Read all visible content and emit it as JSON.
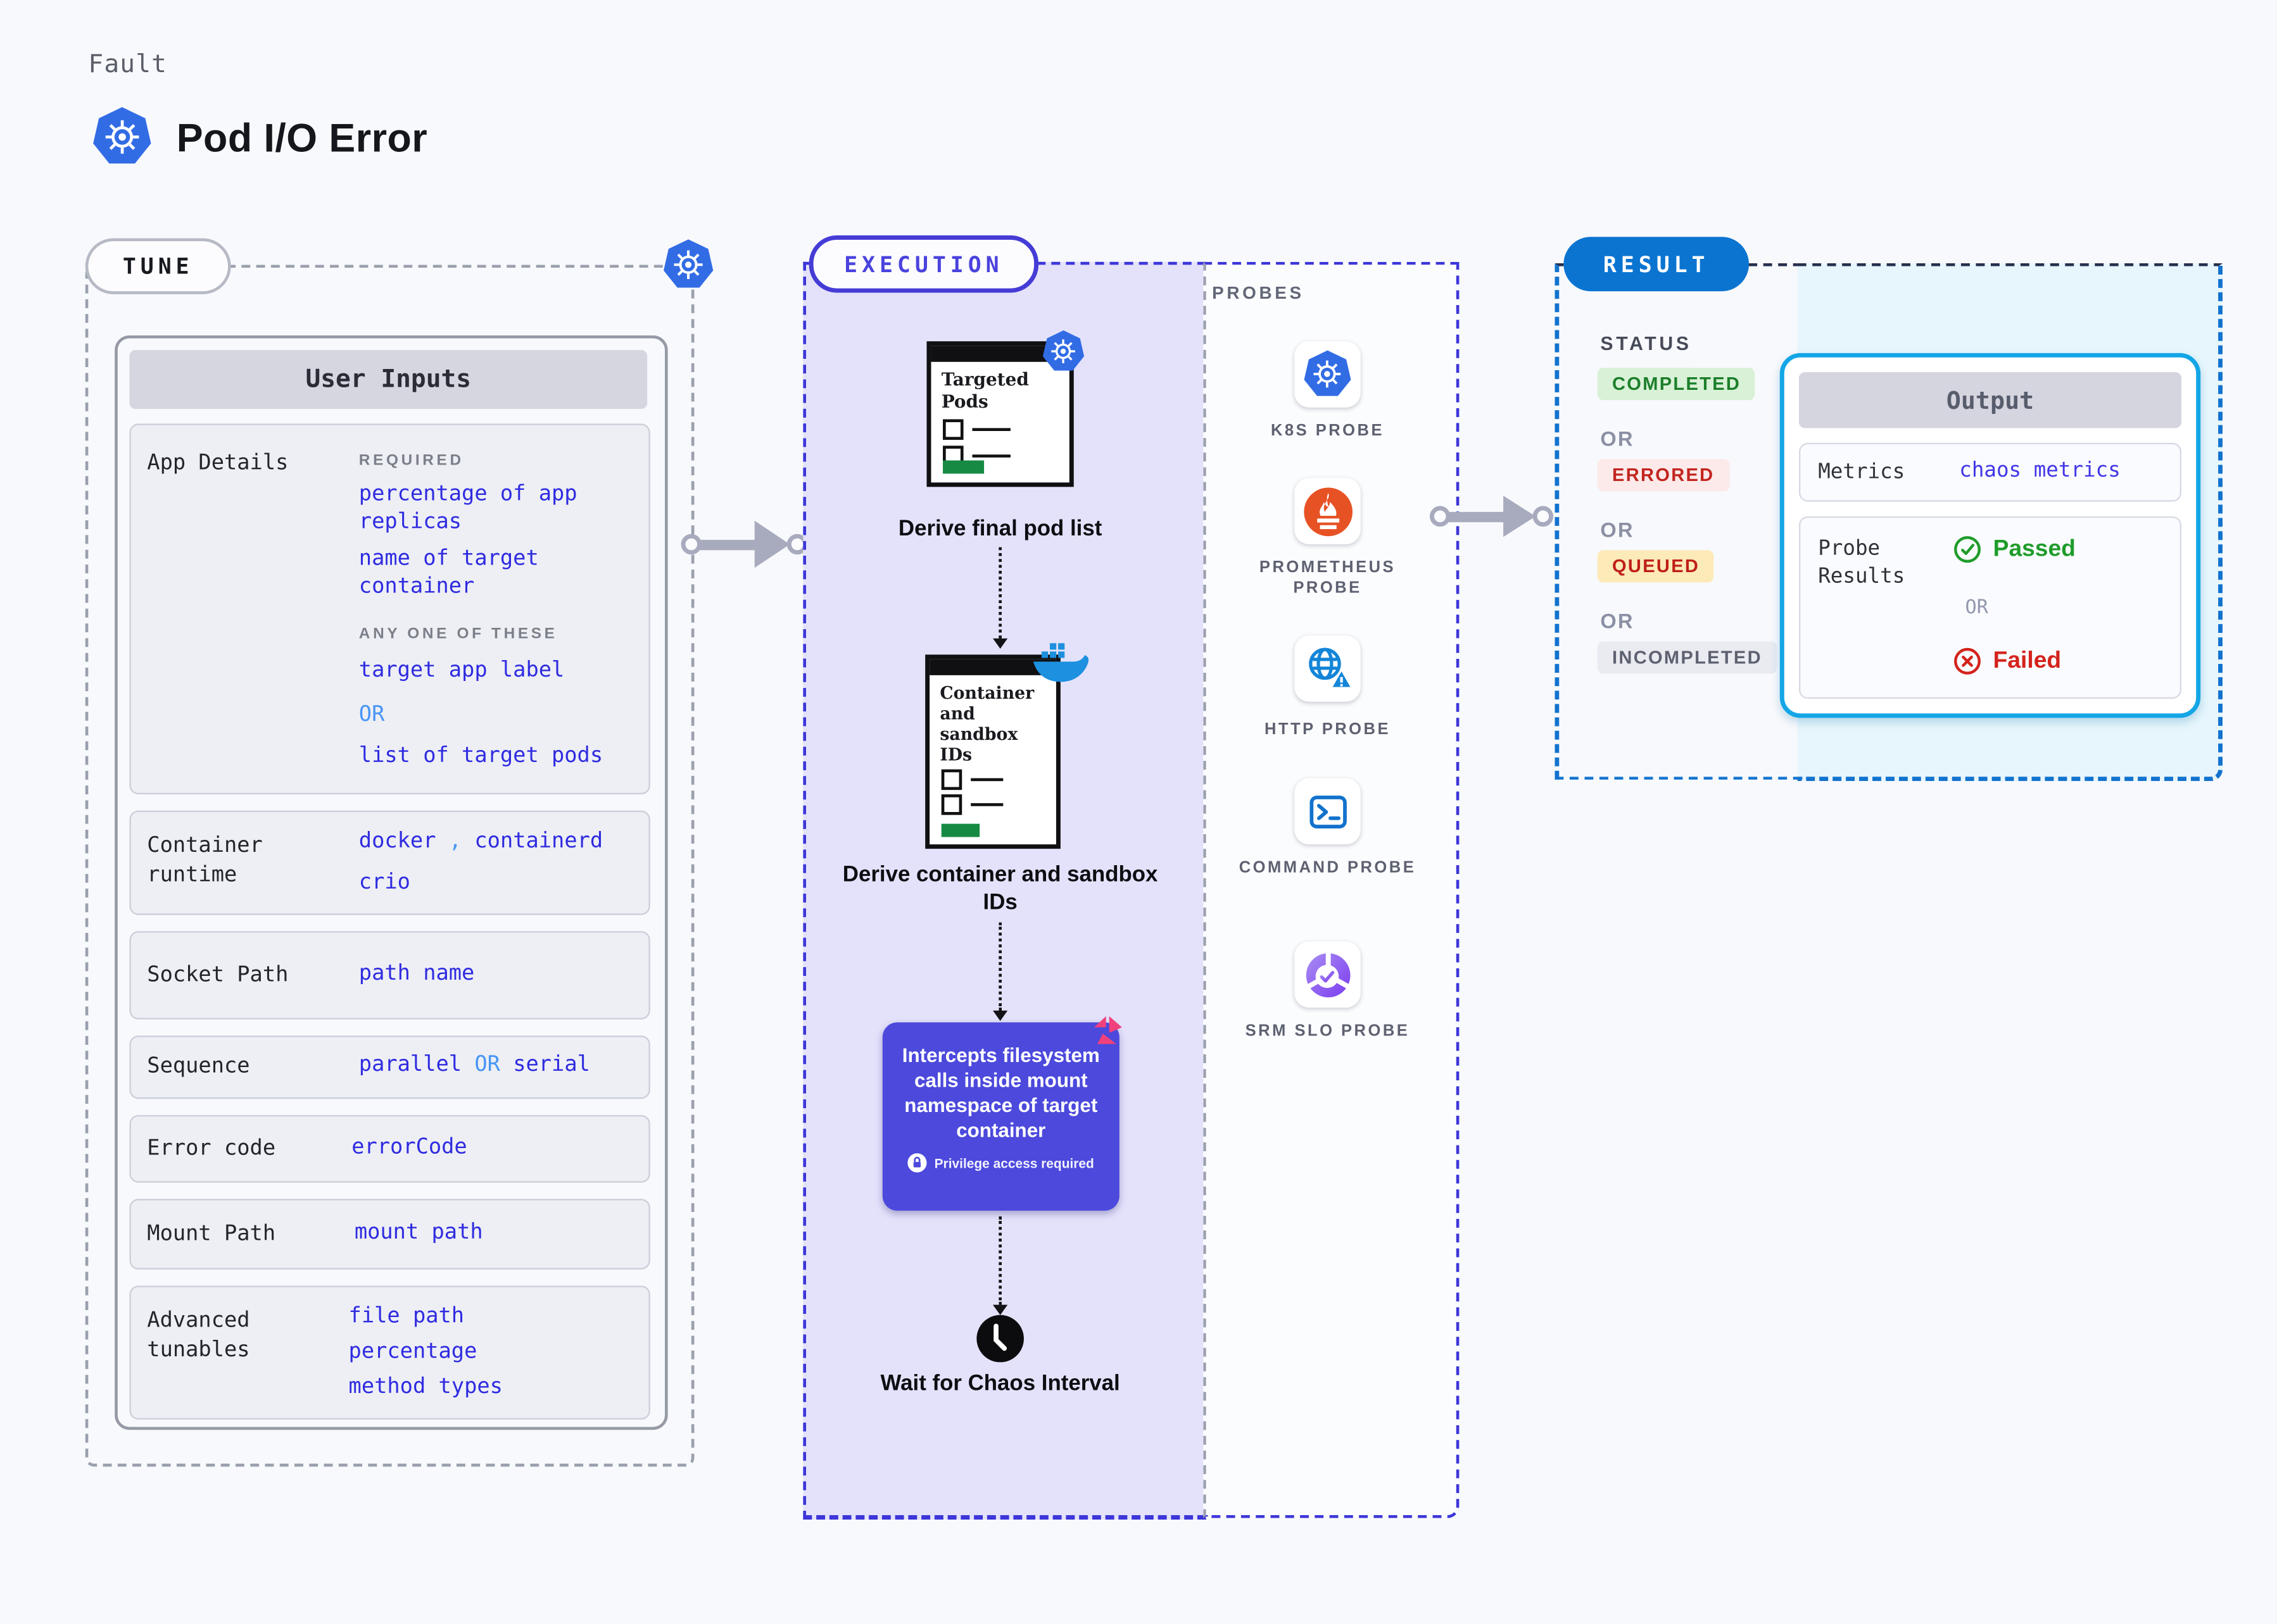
{
  "header": {
    "eyebrow": "Fault",
    "title": "Pod I/O Error"
  },
  "tune": {
    "label": "TUNE",
    "card_title": "User Inputs",
    "app_details": {
      "label": "App Details",
      "required_caption": "REQUIRED",
      "required_values": [
        "percentage of app replicas",
        "name of target container"
      ],
      "any_caption": "ANY ONE OF THESE",
      "option_a": "target app label",
      "or": "OR",
      "option_b": "list of target pods"
    },
    "container_runtime": {
      "label": "Container runtime",
      "value_1": "docker",
      "separator": ",",
      "value_2": "containerd",
      "value_3": "crio"
    },
    "socket_path": {
      "label": "Socket Path",
      "value": "path name"
    },
    "sequence": {
      "label": "Sequence",
      "value_1": "parallel",
      "or": "OR",
      "value_2": "serial"
    },
    "error_code": {
      "label": "Error code",
      "value": "errorCode"
    },
    "mount_path": {
      "label": "Mount Path",
      "value": "mount path"
    },
    "advanced_tunables": {
      "label": "Advanced tunables",
      "values": [
        "file path",
        "percentage",
        "method types"
      ]
    }
  },
  "execution": {
    "label": "EXECUTION",
    "step_targeted_pods": {
      "title": "Targeted Pods",
      "caption": "Derive final pod list"
    },
    "step_container_ids": {
      "title": "Container and sandbox IDs",
      "caption": "Derive container and sandbox IDs"
    },
    "step_intercept": {
      "text": "Intercepts filesystem calls inside mount namespace of target container",
      "badge": "Privilege access required"
    },
    "step_wait": {
      "caption": "Wait for Chaos Interval"
    }
  },
  "probes": {
    "label": "PROBES",
    "items": [
      {
        "label": "K8S PROBE"
      },
      {
        "label": "PROMETHEUS PROBE"
      },
      {
        "label": "HTTP PROBE"
      },
      {
        "label": "COMMAND PROBE"
      },
      {
        "label": "SRM SLO PROBE"
      }
    ]
  },
  "result": {
    "label": "RESULT",
    "status_label": "STATUS",
    "or": "OR",
    "statuses": [
      {
        "text": "COMPLETED",
        "type": "success"
      },
      {
        "text": "ERRORED",
        "type": "error"
      },
      {
        "text": "QUEUED",
        "type": "warning"
      },
      {
        "text": "INCOMPLETED",
        "type": "neutral"
      }
    ],
    "output": {
      "title": "Output",
      "metrics_label": "Metrics",
      "metrics_value": "chaos metrics",
      "probe_results_label": "Probe Results",
      "passed": "Passed",
      "or": "OR",
      "failed": "Failed"
    }
  },
  "colors": {
    "background": "#f8f9fc",
    "execution_accent": "#3d36d9",
    "execution_fill": "#e4e2fb",
    "result_accent": "#0b74d1",
    "output_border": "#14a6e6",
    "value_blue": "#2f2be0",
    "or_blue": "#4795f5",
    "passed_green": "#1f9c2b",
    "failed_red": "#d3231c",
    "intercept_bg": "#4c49dc",
    "clipboard_green": "#168a43",
    "k8s_blue": "#326ce5",
    "prometheus_orange": "#e75225",
    "http_blue": "#1385d8",
    "command_blue": "#1272cc",
    "srm_purple": "#7b3df0",
    "pink_icon": "#f0417c"
  }
}
